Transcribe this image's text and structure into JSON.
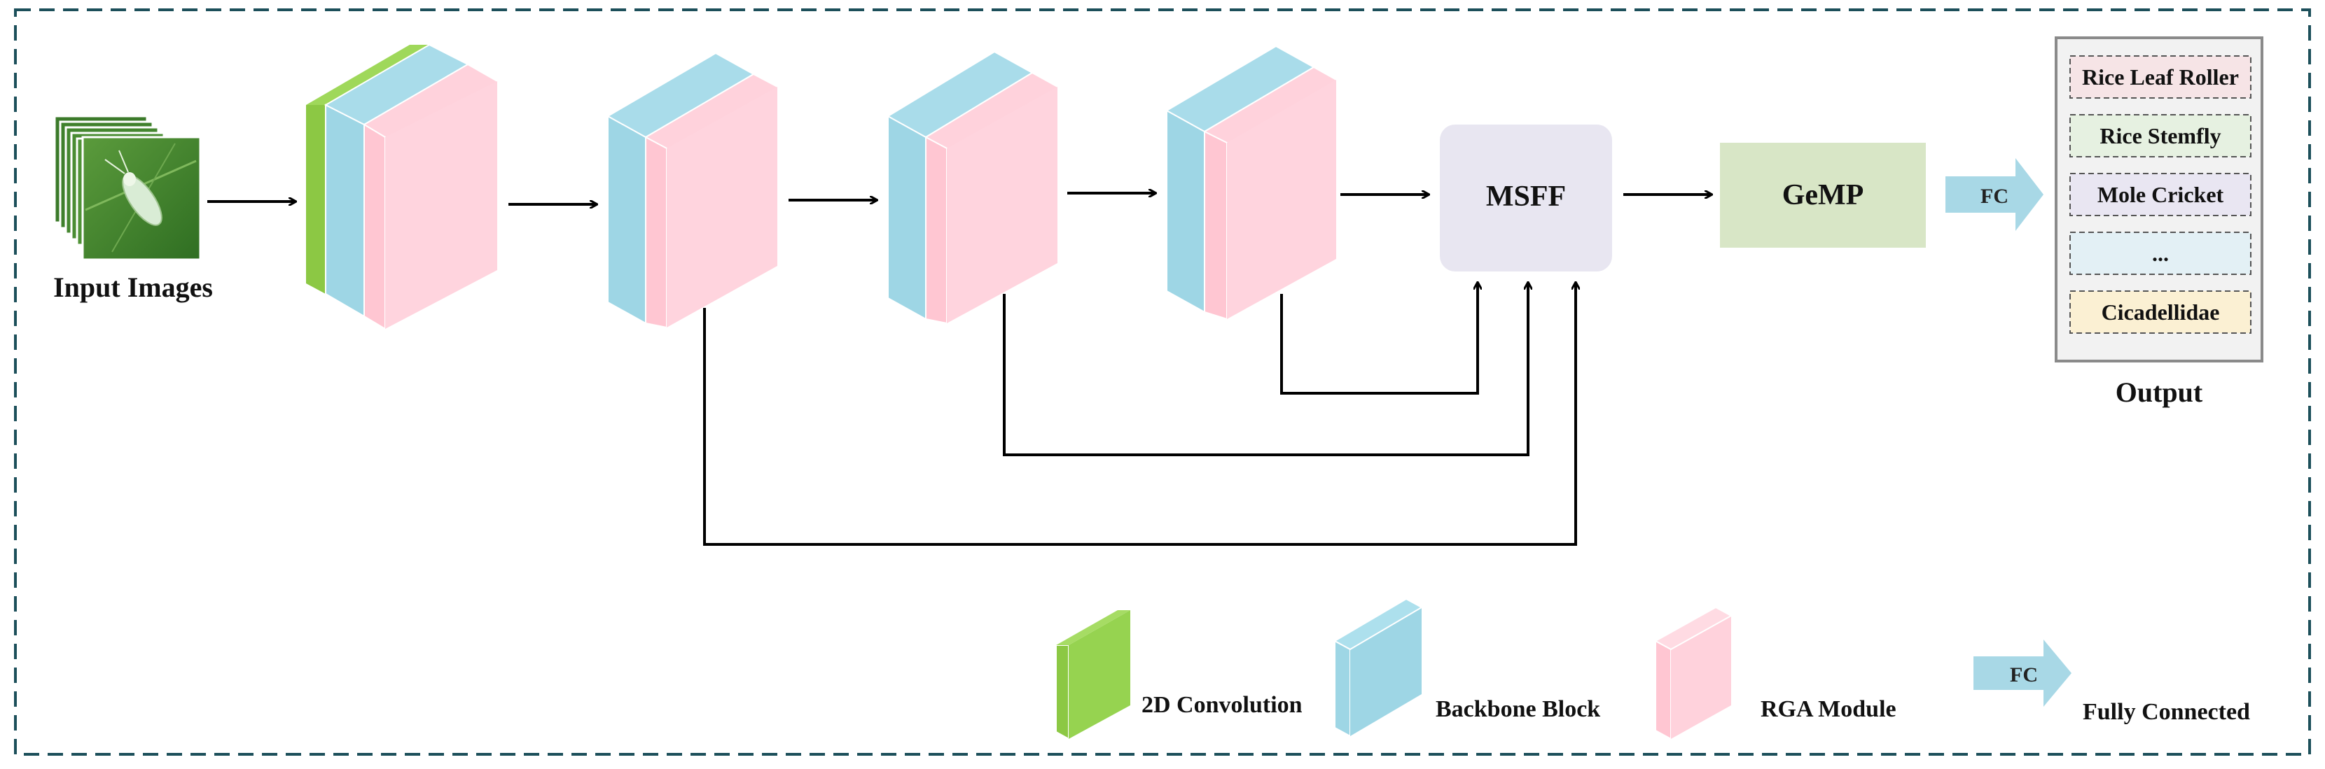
{
  "input": {
    "label": "Input Images"
  },
  "msff": {
    "label": "MSFF"
  },
  "gemp": {
    "label": "GeMP"
  },
  "fc_arrow": {
    "label": "FC"
  },
  "output": {
    "title": "Output",
    "classes": [
      {
        "label": "Rice Leaf Roller",
        "fill": "#f6e4e6"
      },
      {
        "label": "Rice Stemfly",
        "fill": "#e6f1e1"
      },
      {
        "label": "Mole Cricket",
        "fill": "#e9e6f2"
      },
      {
        "label": "...",
        "fill": "#e3f0f5"
      },
      {
        "label": "Cicadellidae",
        "fill": "#fbf0d3"
      }
    ]
  },
  "legend": [
    {
      "key": "conv",
      "label": "2D Convolution",
      "color": "#96d350"
    },
    {
      "key": "backbone",
      "label": "Backbone Block",
      "color": "#9ed6e5"
    },
    {
      "key": "rga",
      "label": "RGA Module",
      "color": "#ffd2dc"
    },
    {
      "key": "fc",
      "label": "Fully Connected",
      "short": "FC",
      "color": "#a8d8e6"
    }
  ],
  "colors": {
    "border": "#1c4f5a",
    "conv": "#96d350",
    "backbone": "#9ed6e5",
    "rga": "#ffd2dc",
    "msff_fill": "#e8e6f1",
    "gemp_fill": "#d8e6c6",
    "fc_arrow": "#a8d8e6",
    "output_panel": "#f2f2f2"
  }
}
